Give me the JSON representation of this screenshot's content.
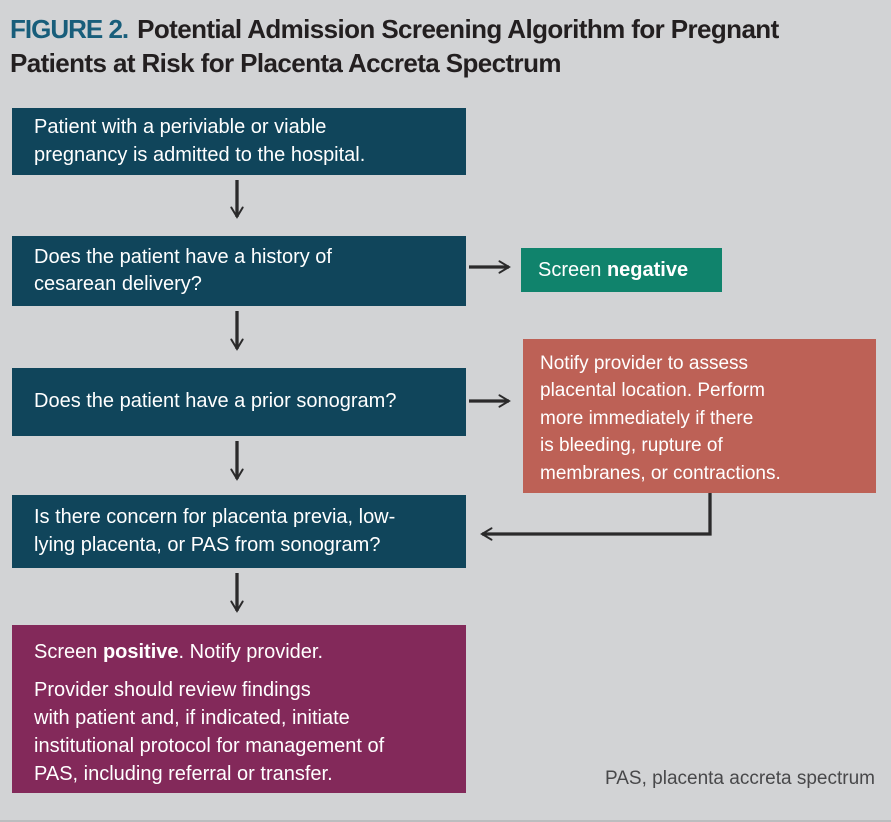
{
  "title": {
    "figure_label": "FIGURE 2.",
    "text": "Potential Admission Screening Algorithm for Pregnant Patients at Risk for Placenta Accreta Spectrum"
  },
  "flowchart": {
    "admission": {
      "text": "Patient with a periviable or viable\npregnancy is admitted to the hospital."
    },
    "cesarean_question": {
      "text": "Does the patient have a history of\ncesarean delivery?"
    },
    "screen_negative": {
      "normal": "Screen ",
      "bold": "negative"
    },
    "sonogram_question": {
      "text": "Does the patient have a prior sonogram?"
    },
    "notify_provider": {
      "text": "Notify provider to assess\nplacental location. Perform\nmore immediately if there\nis bleeding, rupture of\nmembranes, or contractions."
    },
    "previa_question": {
      "text": "Is there concern for placenta previa, low-\nlying placenta, or PAS from sonogram?"
    },
    "screen_positive": {
      "normal": "Screen ",
      "bold": "positive",
      "suffix": ". Notify provider.",
      "detail": "Provider should review findings\nwith patient and, if indicated, initiate\ninstitutional protocol for management of\nPAS, including referral or transfer."
    }
  },
  "footnote": "PAS, placenta accreta spectrum",
  "colors": {
    "background": "#d2d3d5",
    "teal_box": "#10455b",
    "green_box": "#10836c",
    "red_box": "#bd6156",
    "maroon_box": "#83295a",
    "figure_label": "#185e7b",
    "title_text": "#231f20",
    "arrow": "#2b2a2b",
    "footnote_text": "#48484a"
  }
}
